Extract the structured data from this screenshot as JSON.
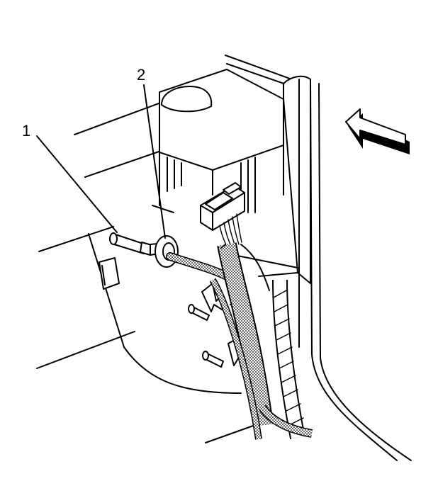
{
  "diagram": {
    "callouts": [
      {
        "id": "1",
        "label": "1"
      },
      {
        "id": "2",
        "label": "2"
      }
    ],
    "view_arrow_icon": "view-direction-arrow",
    "colors": {
      "line": "#000000",
      "background": "#ffffff",
      "wire_dots": "#000000"
    }
  }
}
